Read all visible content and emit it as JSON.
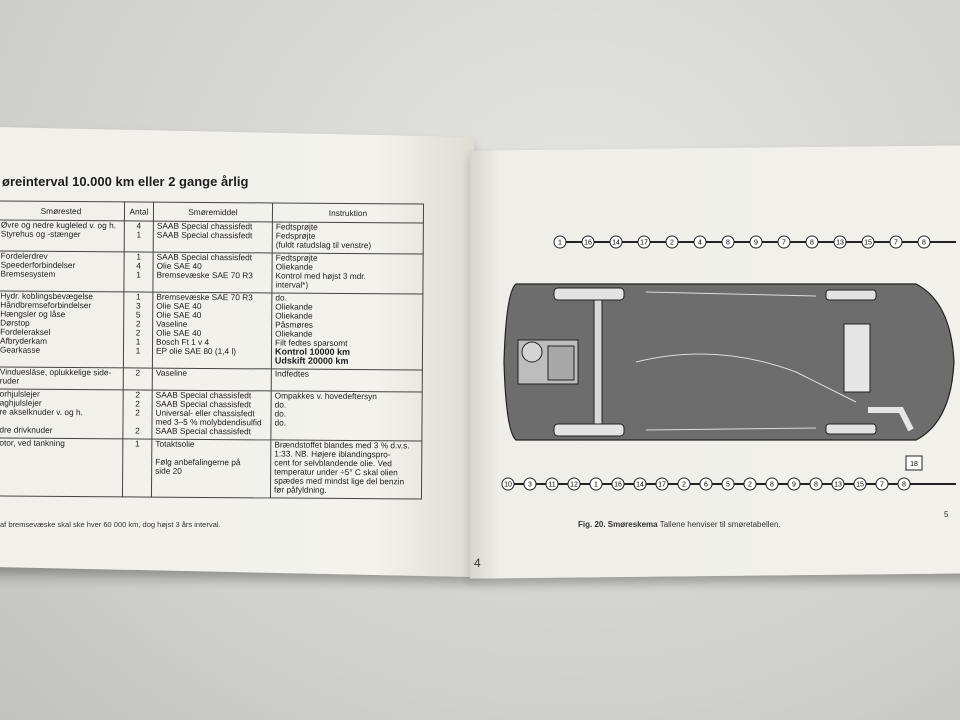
{
  "left_page": {
    "heading": "øreinterval 10.000 km eller 2 gange årlig",
    "table_headers": [
      "Smørested",
      "Antal",
      "Smøremiddel",
      "Instruktion"
    ],
    "row_groups": [
      {
        "place": [
          "Øvre og nedre kugleled v. og h.",
          "Styrehus og -stænger"
        ],
        "count": [
          "4",
          "1"
        ],
        "lube": [
          "SAAB Special chassisfedt",
          "SAAB Special chassisfedt"
        ],
        "instr": [
          "Fedtsprøjte",
          "Fedsprøjte",
          "(fuldt ratudslag til venstre)"
        ]
      },
      {
        "place": [
          "Fordelerdrev",
          "Speederforbindelser",
          "Bremsesystem"
        ],
        "count": [
          "1",
          "4",
          "1"
        ],
        "lube": [
          "SAAB Special chassisfedt",
          "Olie SAE 40",
          "Bremsevæske SAE 70 R3"
        ],
        "instr": [
          "Fedtsprøjte",
          "Oliekande",
          "Kontrol med højst 3 mdr.",
          "interval*)"
        ]
      },
      {
        "place": [
          "Hydr. koblingsbevægelse",
          "Håndbremseforbindelser",
          "Hængsler og låse",
          "Dørstop",
          "Fordeleraksel",
          "Afbryderkam",
          "Gearkasse"
        ],
        "count": [
          "1",
          "3",
          "5",
          "2",
          "2",
          "1",
          "1"
        ],
        "lube": [
          "Bremsevæske SAE 70 R3",
          "Olie SAE 40",
          "Olie SAE 40",
          "Vaseline",
          "Olie SAE 40",
          "Bosch Ft 1 v 4",
          "EP olie SAE 80 (1,4 l)"
        ],
        "instr": [
          "do.",
          "Oliekande",
          "Oliekande",
          "Påsmøres",
          "Oliekande",
          "Filt fedtes sparsomt"
        ],
        "instr_bold": [
          "Kontrol 10000 km",
          "Udskift 20000 km"
        ]
      },
      {
        "place": [
          "Vinduesläse, oplukkelige side-",
          "ruder"
        ],
        "count": [
          "2"
        ],
        "lube": [
          "Vaseline"
        ],
        "instr": [
          "Indfedtes"
        ]
      },
      {
        "place": [
          "orhjulslejer",
          "aghjulslejer",
          "re akselknuder v. og h.",
          "",
          "dre drivknuder"
        ],
        "count": [
          "2",
          "2",
          "2",
          "",
          "2"
        ],
        "lube": [
          "SAAB Special chassisfedt",
          "SAAB Special chassisfedt",
          "Universal- eller chassisfedt",
          "med 3–5 % molybdendisulfid",
          "SAAB Special chassisfedt"
        ],
        "instr": [
          "Ompakkes v. hovedeftersyn",
          "do.",
          "do.",
          "do."
        ]
      },
      {
        "place": [
          "otor, ved tankning"
        ],
        "count": [
          "1"
        ],
        "lube": [
          "Totaktsolie",
          "",
          "Følg anbefalingerne på",
          "side 20"
        ],
        "instr": [
          "Brændstoffet blandes med 3 % d.v.s.",
          "1:33. NB. Højere iblandingspro-",
          "cent for selvblandende olie. Ved",
          "temperatur under ÷5° C skal olien",
          "spædes med mindst lige del benzin",
          "før påfyldning."
        ]
      }
    ],
    "footnote": "af bremsevæske skal ske hver 60 000 km, dog højst 3 års interval.",
    "page_number": "4"
  },
  "right_page": {
    "figure_label": "Fig. 20.",
    "figure_title": "Smøreskema",
    "figure_caption": "Tallene henviser til smøretabellen.",
    "page_number": "5",
    "callouts_top": [
      "1",
      "16",
      "14",
      "17",
      "2",
      "4",
      "8",
      "9",
      "7",
      "8",
      "13",
      "15",
      "7",
      "8"
    ],
    "callouts_bottom": [
      "10",
      "3",
      "11",
      "12",
      "1",
      "16",
      "14",
      "17",
      "2",
      "6",
      "5",
      "2",
      "8",
      "9",
      "8",
      "13",
      "15",
      "7",
      "8"
    ],
    "callout_box": "18"
  },
  "colors": {
    "paper": "#f2f1eb",
    "ink": "#1d1d1d",
    "car_body": "#6d6d6d"
  }
}
